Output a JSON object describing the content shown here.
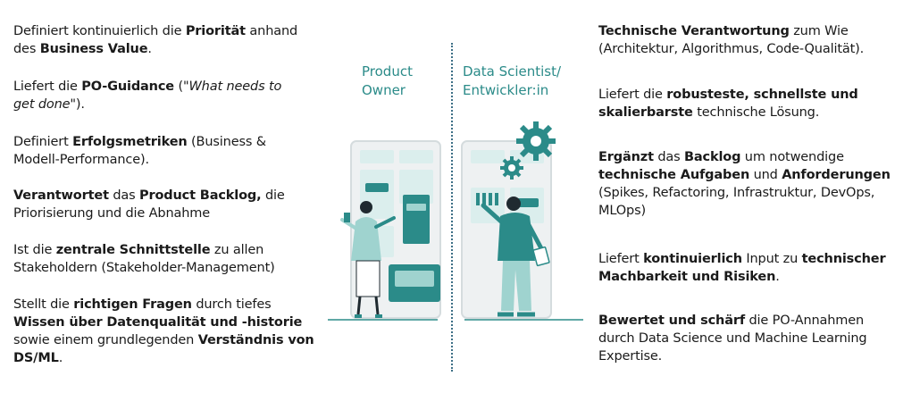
{
  "roles": {
    "left": "Product\nOwner",
    "right": "Data Scientist/\nEntwickler:in"
  },
  "left_items": [
    [
      {
        "t": "Definiert kontinuierlich die "
      },
      {
        "t": "Priorität",
        "b": true
      },
      {
        "t": " anhand des "
      },
      {
        "t": "Business Value",
        "b": true
      },
      {
        "t": "."
      }
    ],
    [
      {
        "t": "Liefert die "
      },
      {
        "t": "PO-Guidance",
        "b": true
      },
      {
        "t": " (\""
      },
      {
        "t": "What needs to get done",
        "i": true
      },
      {
        "t": "\")."
      }
    ],
    [
      {
        "t": "Definiert "
      },
      {
        "t": "Erfolgsmetriken",
        "b": true
      },
      {
        "t": " (Business & Modell-Performance)."
      }
    ],
    [
      {
        "t": "Verantwortet",
        "b": true
      },
      {
        "t": " das "
      },
      {
        "t": "Product Backlog,",
        "b": true
      },
      {
        "t": " die Priorisierung und die Abnahme"
      }
    ],
    [
      {
        "t": "Ist die "
      },
      {
        "t": "zentrale Schnittstelle",
        "b": true
      },
      {
        "t": " zu allen Stakeholdern (Stakeholder-Management)"
      }
    ],
    [
      {
        "t": "Stellt die "
      },
      {
        "t": "richtigen Fragen",
        "b": true
      },
      {
        "t": " durch tiefes "
      },
      {
        "t": "Wissen über Datenqualität und -historie",
        "b": true
      },
      {
        "t": " sowie einem grundlegenden "
      },
      {
        "t": "Verständnis von DS/ML",
        "b": true
      },
      {
        "t": "."
      }
    ]
  ],
  "right_items": [
    [
      {
        "t": "Technische Verantwortung",
        "b": true
      },
      {
        "t": " zum Wie (Architektur, Algorithmus, Code-Qualität)."
      }
    ],
    [
      {
        "t": "Liefert die "
      },
      {
        "t": "robusteste, schnellste und skalierbarste",
        "b": true
      },
      {
        "t": " technische Lösung."
      }
    ],
    [
      {
        "t": "Ergänzt",
        "b": true
      },
      {
        "t": " das "
      },
      {
        "t": "Backlog",
        "b": true
      },
      {
        "t": " um notwendige "
      },
      {
        "t": "technische Aufgaben",
        "b": true
      },
      {
        "t": " und "
      },
      {
        "t": "Anforderungen",
        "b": true
      },
      {
        "t": " (Spikes, Refactoring, Infrastruktur, DevOps, MLOps)"
      }
    ],
    [
      {
        "t": "Liefert "
      },
      {
        "t": "kontinuierlich",
        "b": true
      },
      {
        "t": " Input zu "
      },
      {
        "t": "technischer Machbarkeit und Risiken",
        "b": true
      },
      {
        "t": "."
      }
    ],
    [
      {
        "t": "Bewertet und schärf",
        "b": true
      },
      {
        "t": " die PO-Annahmen durch Data Science und Machine Learning Expertise."
      }
    ]
  ],
  "colors": {
    "teal": "#2b8b89",
    "teal_light": "#9fd3cf",
    "teal_pale": "#dbeeed",
    "panel": "#eef1f2",
    "divider": "#3d6f86"
  }
}
